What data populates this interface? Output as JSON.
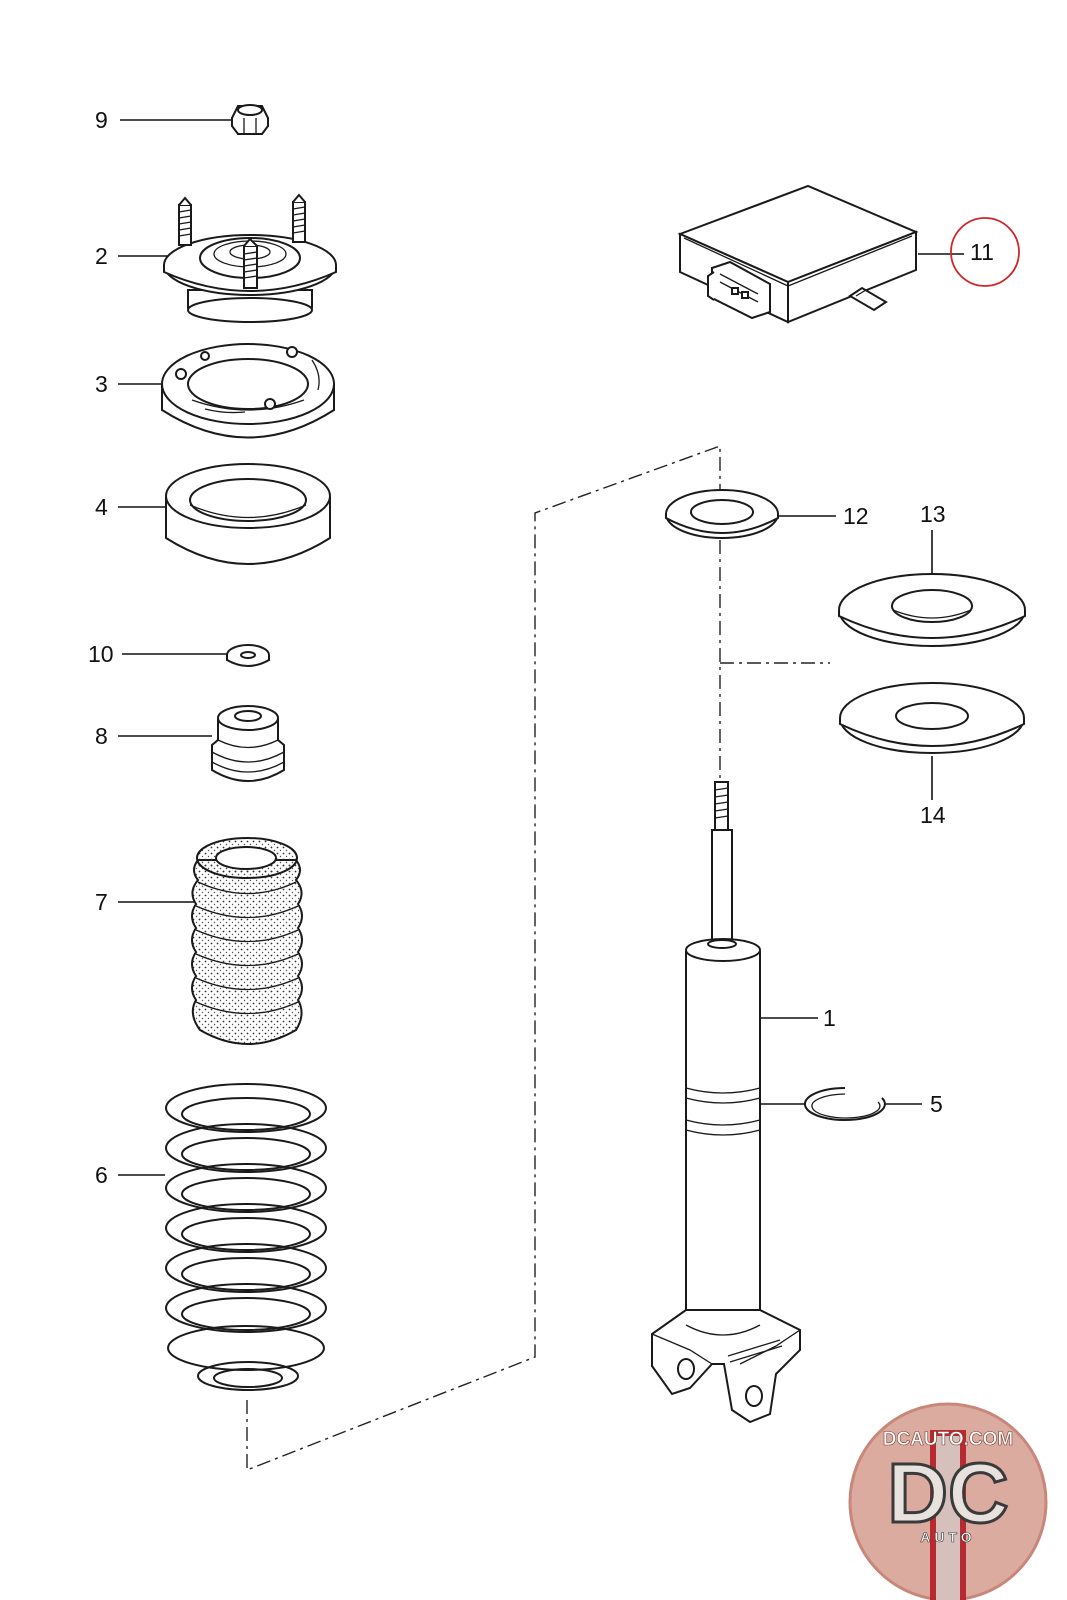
{
  "labels": {
    "p1": "1",
    "p2": "2",
    "p3": "3",
    "p4": "4",
    "p5": "5",
    "p6": "6",
    "p7": "7",
    "p8": "8",
    "p9": "9",
    "p10": "10",
    "p11": "11",
    "p12": "12",
    "p13": "13",
    "p14": "14"
  },
  "highlighted_part": "11",
  "watermark": {
    "site": "DCAUTO.COM",
    "initials": "DC",
    "word": "AUTO"
  },
  "colors": {
    "highlight": "#d0282a",
    "logo_red": "#b4232a",
    "logo_bg": "#d9a79b"
  }
}
